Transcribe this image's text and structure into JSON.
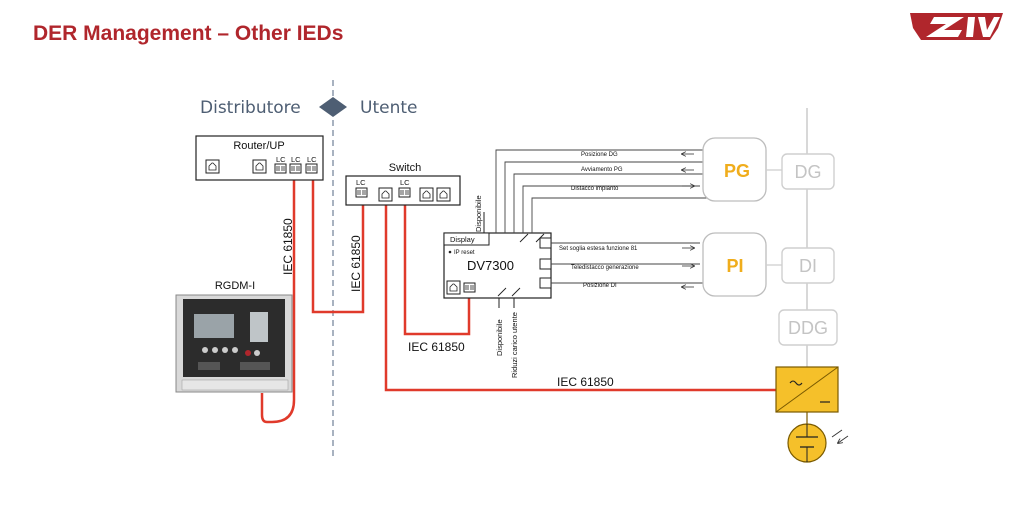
{
  "title": "DER Management – Other IEDs",
  "brand": {
    "accent": "#b0262c",
    "link_color": "#e03a2b",
    "der_color": "#f5c02a"
  },
  "zones": {
    "left": "Distributore",
    "right": "Utente"
  },
  "devices": {
    "router": "Router/UP",
    "router_ports": [
      "LC",
      "LC",
      "LC"
    ],
    "switch": "Switch",
    "switch_ports": [
      "LC",
      "LC"
    ],
    "rgdm": "RGDM-I",
    "dv": {
      "name": "DV7300",
      "display": "Display",
      "ip_reset": "IP reset",
      "top_output": "Disponibile",
      "bottom_outputs": [
        "Disponibile",
        "Riduzi carico utente"
      ]
    }
  },
  "links": [
    "IEC 61850",
    "IEC 61850",
    "IEC 61850",
    "IEC 61850"
  ],
  "signals": [
    {
      "label": "Posizione DG",
      "target": ""
    },
    {
      "label": "Avviamento PG",
      "target": "IN"
    },
    {
      "label": "Distacco impianto",
      "target": "IN"
    },
    {
      "label": "Set soglia estesa funzione 81",
      "target": "IN"
    },
    {
      "label": "Teledistacco generazione",
      "target": "IN"
    },
    {
      "label": "Posizione DI",
      "target": ""
    }
  ],
  "protections": {
    "pg": "PG",
    "pi": "PI"
  },
  "breakers": [
    "DG",
    "DI",
    "DDG"
  ]
}
